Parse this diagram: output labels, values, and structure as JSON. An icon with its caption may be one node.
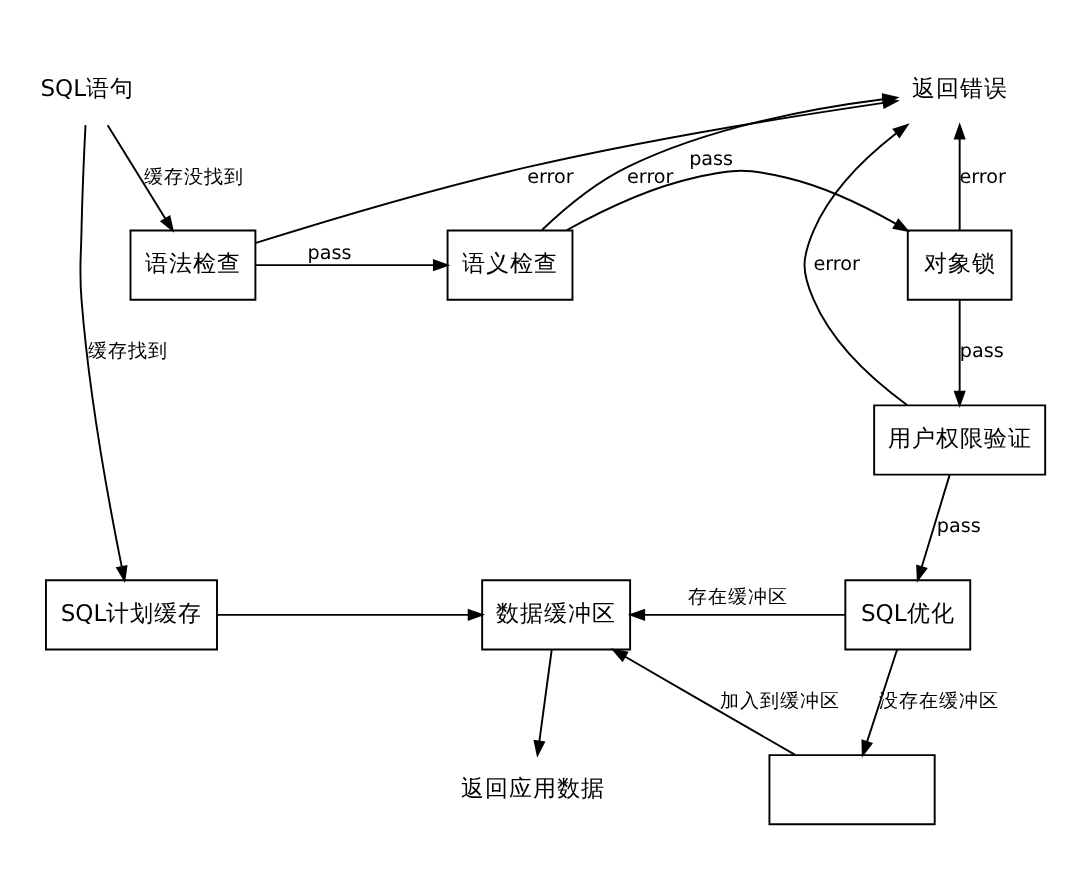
{
  "diagram": {
    "nodes": [
      {
        "text": [
          "SQL语句"
        ]
      },
      {
        "text": [
          "语法检查"
        ]
      },
      {
        "text": [
          "语义检查"
        ]
      },
      {
        "text": [
          "对象锁"
        ]
      },
      {
        "text": [
          "返回错误"
        ]
      },
      {
        "text": [
          "用户权限验证"
        ]
      },
      {
        "text": [
          "SQL计划缓存"
        ]
      },
      {
        "text": [
          "数据缓冲区"
        ]
      },
      {
        "text": [
          "SQL优化"
        ]
      },
      {
        "text": [
          "返回应用数据"
        ]
      },
      {
        "text": [],
        "shape": "box"
      }
    ],
    "edges": [
      {
        "from": 0,
        "to": 1,
        "arrow": "to",
        "label": "缓存没找到"
      },
      {
        "from": 0,
        "to": 6,
        "arrow": "to",
        "label": "缓存找到"
      },
      {
        "from": 1,
        "to": 2,
        "arrow": "to",
        "label": "pass"
      },
      {
        "from": 2,
        "to": 3,
        "arrow": "to",
        "label": "pass"
      },
      {
        "from": 1,
        "to": 4,
        "arrow": "to",
        "label": "error"
      },
      {
        "from": 2,
        "to": 4,
        "arrow": "to",
        "label": "error"
      },
      {
        "from": 3,
        "to": 4,
        "arrow": "to",
        "label": "error"
      },
      {
        "from": 5,
        "to": 4,
        "arrow": "to",
        "label": "error"
      },
      {
        "from": 3,
        "to": 5,
        "arrow": "to",
        "label": "pass"
      },
      {
        "from": 5,
        "to": 8,
        "arrow": "to",
        "label": "pass"
      },
      {
        "from": 6,
        "to": 7,
        "arrow": "to"
      },
      {
        "from": 8,
        "to": 7,
        "arrow": "to",
        "label": "存在缓冲区"
      },
      {
        "from": 8,
        "to": 10,
        "arrow": "to",
        "label": "没存在缓冲区"
      },
      {
        "from": 10,
        "to": 7,
        "arrow": "to",
        "label": "加入到缓冲区"
      },
      {
        "from": 7,
        "to": 9,
        "arrow": "to"
      }
    ]
  }
}
